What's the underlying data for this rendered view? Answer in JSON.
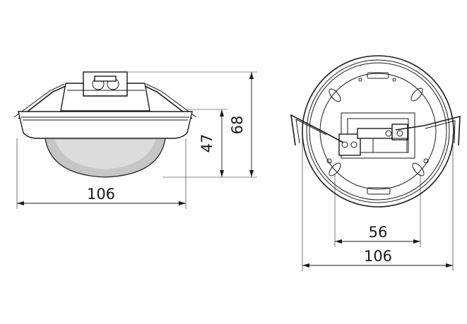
{
  "dimensions": {
    "side_width": "106",
    "side_height_total": "68",
    "side_height_body": "47",
    "top_spacing": "56",
    "top_diameter": "106"
  }
}
